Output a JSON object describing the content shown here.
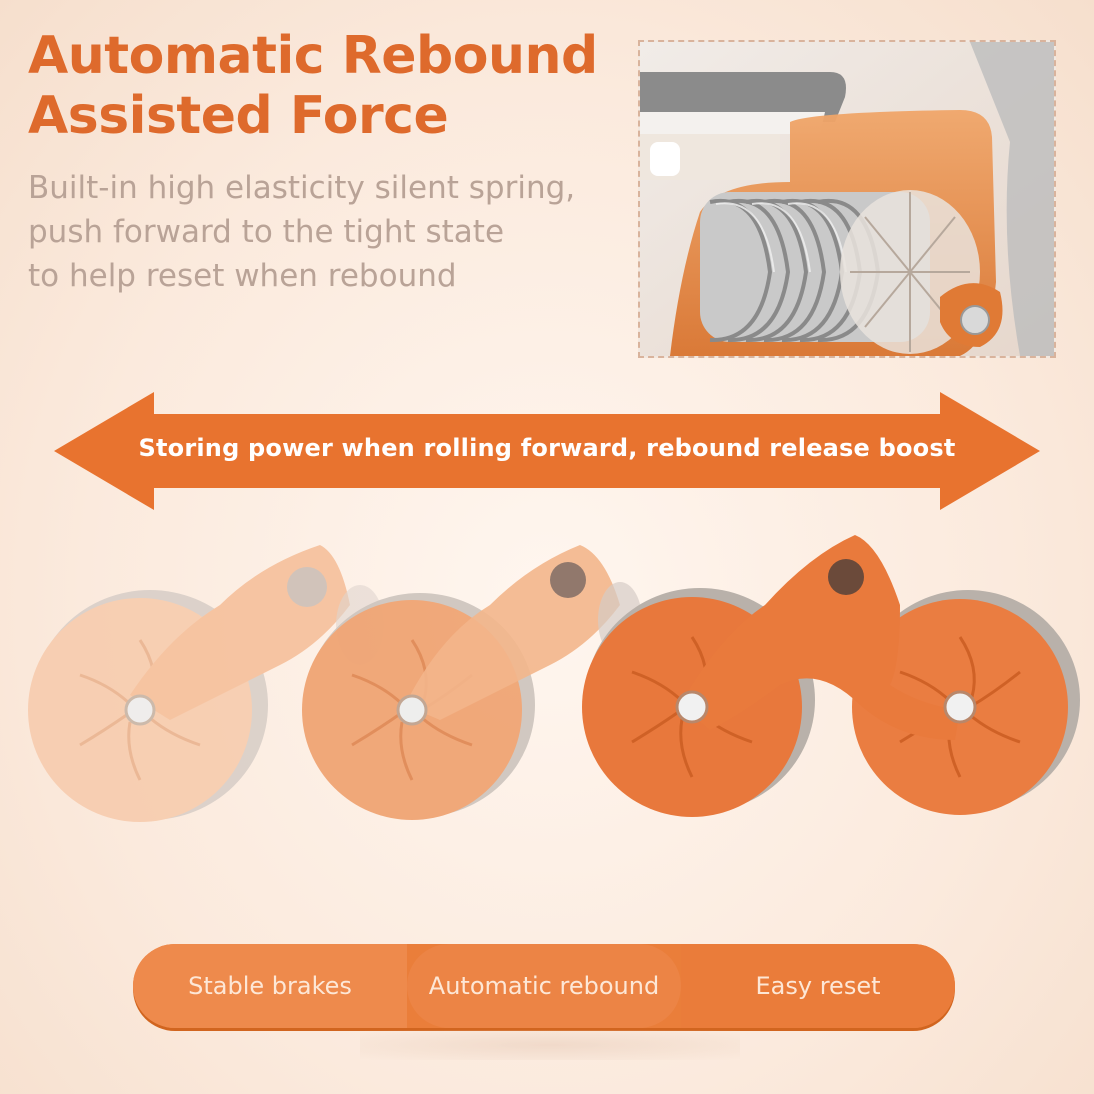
{
  "headline": {
    "line1": "Automatic Rebound",
    "line2": "Assisted Force"
  },
  "description": {
    "line1": "Built-in high elasticity silent spring,",
    "line2": "push forward to the tight state",
    "line3": "to help reset when rebound"
  },
  "arrow_banner": {
    "label": "Storing power when rolling forward, rebound release boost"
  },
  "features": [
    {
      "label": "Stable brakes"
    },
    {
      "label": "Automatic rebound"
    },
    {
      "label": "Easy reset"
    }
  ],
  "colors": {
    "accent_orange": "#de6a2c",
    "arrow_orange": "#e8732f",
    "wheel_light": "#f6c8a8",
    "wheel_mid": "#ef9c68",
    "wheel_dark": "#e8743a",
    "text_muted": "#b9a397"
  }
}
